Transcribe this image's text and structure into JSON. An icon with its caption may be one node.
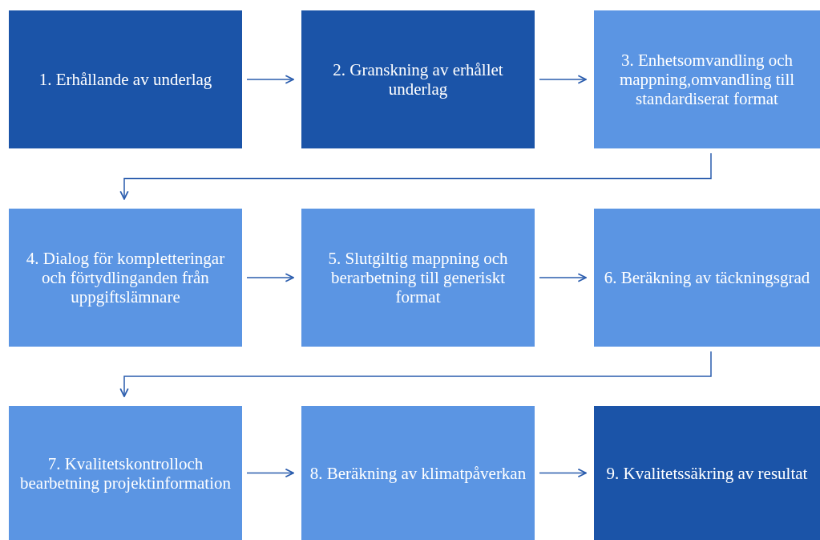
{
  "diagram": {
    "nodes": [
      {
        "text": [
          "1. Erhållande av underlag"
        ]
      },
      {
        "text": [
          "2. Granskning av erhållet underlag"
        ]
      },
      {
        "text": [
          "3. Enhetsomvandling och mappning,omvandling till standardiserat format"
        ]
      },
      {
        "text": [
          "4. Dialog för kompletteringar och förtydlinganden från uppgiftslämnare"
        ]
      },
      {
        "text": [
          "5. Slutgiltig mappning och berarbetning till generiskt format"
        ]
      },
      {
        "text": [
          "6. Beräkning av täckningsgrad"
        ]
      },
      {
        "text": [
          "7. Kvalitetskontrolloch bearbetning projektinformation"
        ]
      },
      {
        "text": [
          "8. Beräkning av klimatpåverkan"
        ]
      },
      {
        "text": [
          "9. Kvalitetssäkring av resultat"
        ]
      }
    ],
    "edges": [
      {
        "from": 0,
        "to": 1,
        "arrow": "to"
      },
      {
        "from": 1,
        "to": 2,
        "arrow": "to"
      },
      {
        "from": 2,
        "to": 3,
        "arrow": "to"
      },
      {
        "from": 3,
        "to": 4,
        "arrow": "to"
      },
      {
        "from": 4,
        "to": 5,
        "arrow": "to"
      },
      {
        "from": 5,
        "to": 6,
        "arrow": "to"
      },
      {
        "from": 6,
        "to": 7,
        "arrow": "to"
      },
      {
        "from": 7,
        "to": 8,
        "arrow": "to"
      }
    ]
  }
}
